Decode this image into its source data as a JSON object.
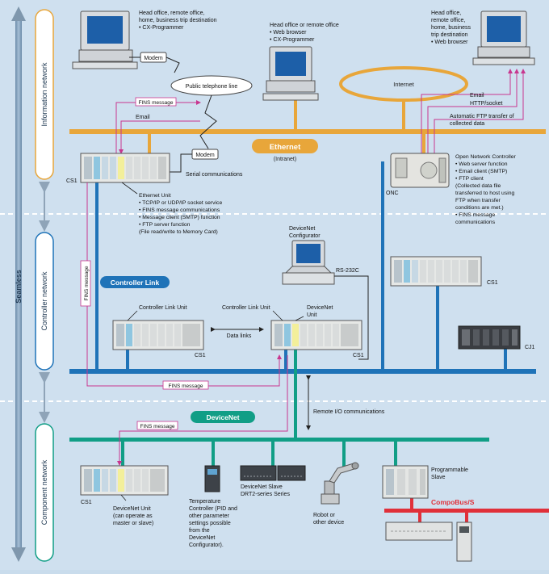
{
  "layers": {
    "seamless": "Seamless",
    "information": "Information network",
    "controller": "Controller network",
    "component": "Component network"
  },
  "networks": {
    "ethernet": "Ethernet",
    "ethernet_sub": "(Intranet)",
    "internet": "Internet",
    "public_line": "Public telephone line",
    "controller_link": "Controller Link",
    "devicenet": "DeviceNet",
    "compobus": "CompoBus/S"
  },
  "pc_left": [
    "Head office, remote office,",
    "home, business trip destination",
    "• CX-Programmer"
  ],
  "pc_center": [
    "Head office or remote office",
    "• Web browser",
    "• CX-Programmer"
  ],
  "pc_right": [
    "Head office,",
    "remote office,",
    "home, business",
    "trip destination",
    "• Web browser"
  ],
  "modem": "Modem",
  "fins_message": "FINS message",
  "email": "Email",
  "serial_comm": "Serial communications",
  "cs1": "CS1",
  "cj1": "CJ1",
  "onc": "ONC",
  "ethernet_unit": [
    "Ethernet Unit",
    "• TCP/IP or UDP/IP socket service",
    "• FINS message communications",
    "• Message client (SMTP) function",
    "• FTP server function",
    "  (File read/write to Memory Card)"
  ],
  "right_labels": {
    "email": "Email",
    "http": "HTTP/socket",
    "ftp": [
      "Automatic FTP transfer of",
      "collected data"
    ]
  },
  "onc_desc": [
    "Open Network Controller",
    "• Web server function",
    "• Email client (SMTP)",
    "• FTP client",
    "  (Collected data file",
    "  transferred to host using",
    "  FTP when transfer",
    "  conditions are met.)",
    "• FINS message",
    "  communications"
  ],
  "configurator": [
    "DeviceNet",
    "Configurator"
  ],
  "rs232c": "RS-232C",
  "controller_link_unit": "Controller Link Unit",
  "devicenet_unit_top": [
    "DeviceNet",
    "Unit"
  ],
  "data_links": "Data links",
  "remote_io": "Remote I/O communications",
  "devicenet_unit_bottom": [
    "DeviceNet Unit",
    "(can operate as",
    "master or slave)"
  ],
  "temp_controller": [
    "Temperature",
    "Controller (PID and",
    "other parameter",
    "settings possible",
    "from the",
    "DeviceNet",
    "Configurator)."
  ],
  "drt2": [
    "DeviceNet Slave",
    "DRT2-series Series"
  ],
  "robot": [
    "Robot or",
    "other device"
  ],
  "prog_slave": [
    "Programmable",
    "Slave"
  ],
  "colors": {
    "ethernet": "#e8a63a",
    "controller_link": "#1f73b8",
    "devicenet": "#119e86",
    "compobus": "#e0303a",
    "fins": "#c8368f"
  }
}
